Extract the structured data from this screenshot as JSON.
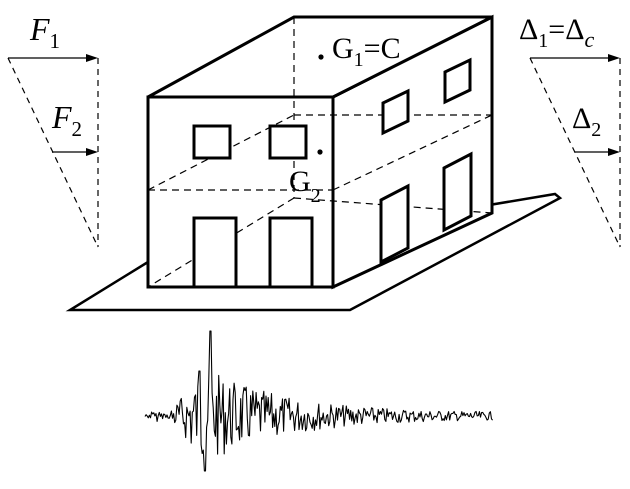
{
  "labels": {
    "f1": {
      "main": "F",
      "sub": "1"
    },
    "f2": {
      "main": "F",
      "sub": "2"
    },
    "g1c": {
      "main": "G",
      "sub": "1",
      "rest": "=C"
    },
    "g2": {
      "main": "G",
      "sub": "2"
    },
    "delta1": {
      "main": "Δ",
      "sub": "1",
      "eq": "=",
      "main2": "Δ",
      "sub2": "c"
    },
    "delta2": {
      "main": "Δ",
      "sub": "2"
    }
  },
  "colors": {
    "ink": "#000000",
    "background": "#ffffff"
  }
}
